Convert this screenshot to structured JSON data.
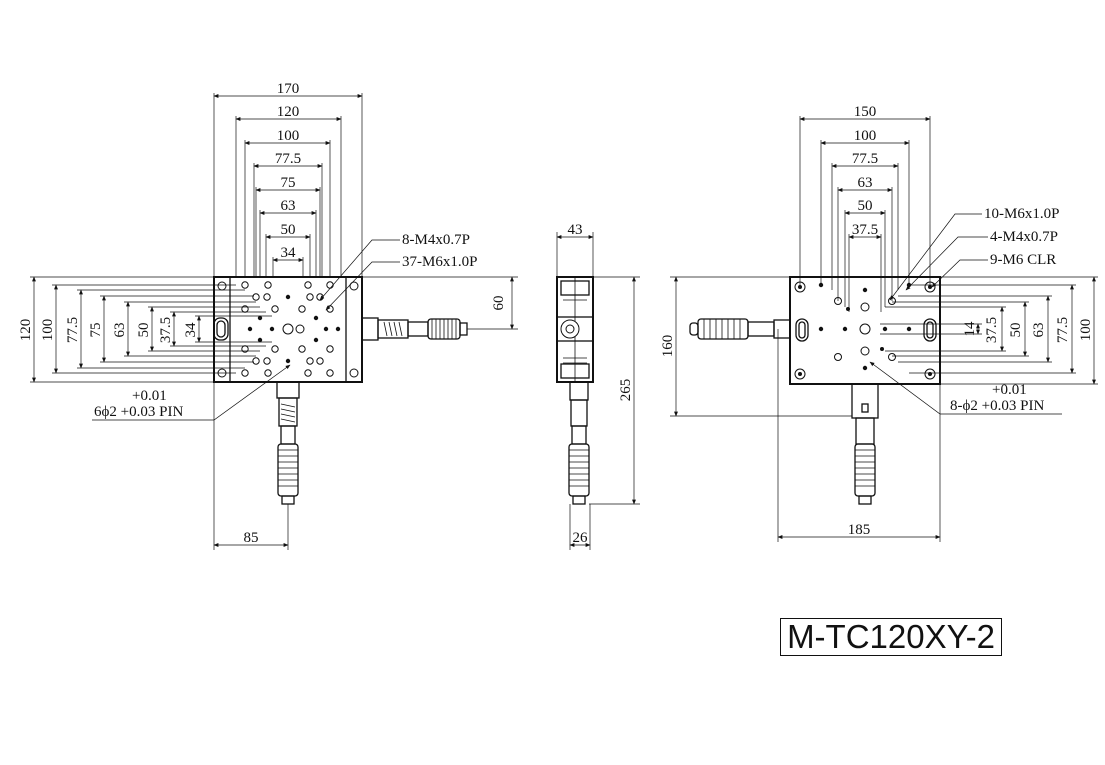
{
  "drawing": {
    "model": "M-TC120XY-2",
    "top_view": {
      "width_dims": [
        "170",
        "120",
        "100",
        "77.5",
        "75",
        "63",
        "50",
        "34"
      ],
      "height_dims": [
        "120",
        "100",
        "77.5",
        "75",
        "63",
        "50",
        "37.5",
        "34"
      ],
      "right_dim": "60",
      "bottom_dim": "85",
      "callouts": [
        "8-M4x0.7P",
        "37-M6x1.0P"
      ],
      "pin_tolerance": "+0.01",
      "pin_note": "6ϕ2 +0.03 PIN"
    },
    "side_view": {
      "top_dim": "43",
      "height_dim": "265",
      "bottom_dim": "26"
    },
    "bottom_view": {
      "width_dims": [
        "150",
        "100",
        "77.5",
        "63",
        "50",
        "37.5"
      ],
      "height_dims": [
        "14",
        "37.5",
        "50",
        "63",
        "77.5",
        "100"
      ],
      "left_dim": "160",
      "bottom_dim": "185",
      "callouts": [
        "10-M6x1.0P",
        "4-M4x0.7P",
        "9-M6 CLR"
      ],
      "pin_tolerance": "+0.01",
      "pin_note": "8-ϕ2 +0.03 PIN"
    }
  }
}
